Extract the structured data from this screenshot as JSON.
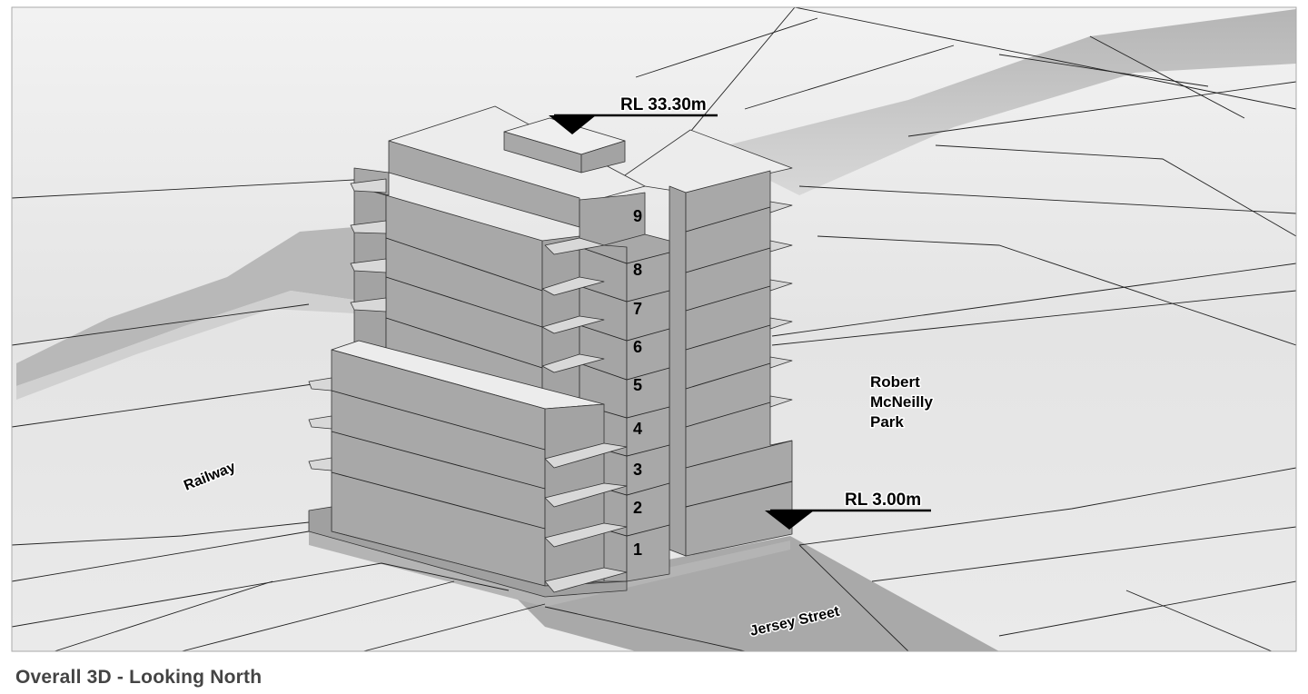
{
  "caption": "Overall 3D - Looking North",
  "labels": {
    "top_level": "RL 33.30m",
    "ground_level": "RL 3.00m",
    "park_line1": "Robert",
    "park_line2": "McNeilly",
    "park_line3": "Park",
    "railway": "Railway",
    "street": "Jersey Street"
  },
  "levels": [
    "1",
    "2",
    "3",
    "4",
    "5",
    "6",
    "7",
    "8",
    "9"
  ],
  "colors": {
    "facade": "#a8a8a8",
    "roof": "#ececec",
    "ground": "#e6e6e6",
    "shadow": "#a9a9a9"
  }
}
